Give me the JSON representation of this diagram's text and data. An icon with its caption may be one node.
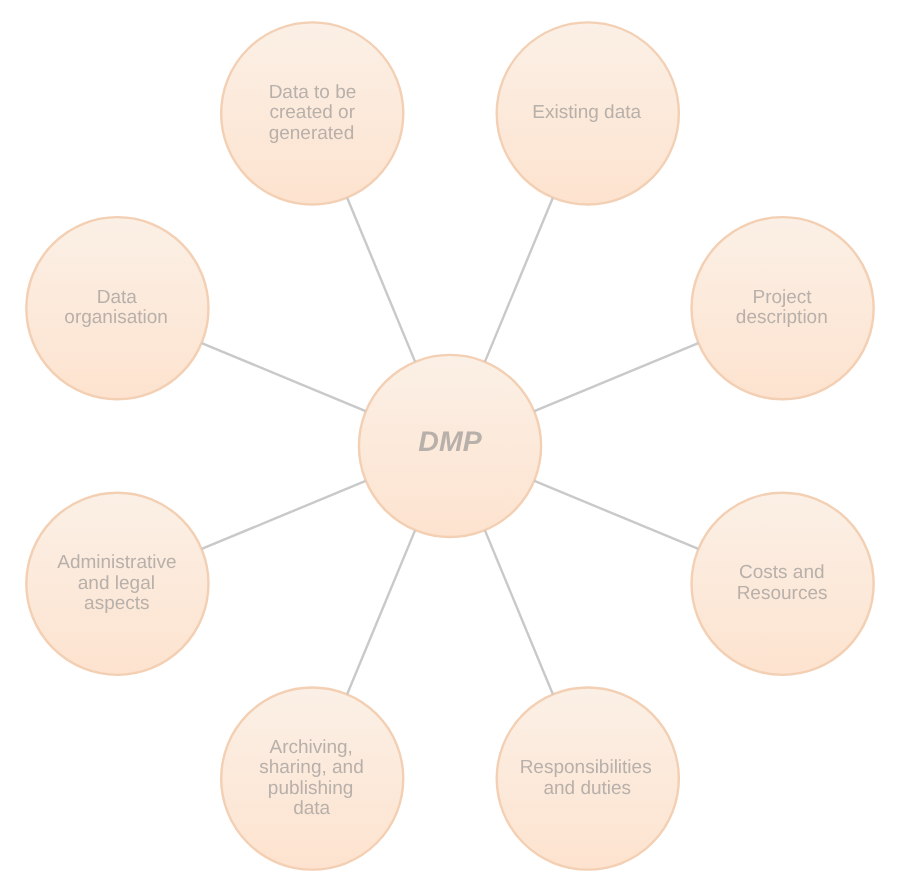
{
  "diagram": {
    "nodes": [
      {
        "text": [
          "DMP"
        ]
      },
      {
        "text": [
          "Project description"
        ]
      },
      {
        "text": [
          "Existing data"
        ]
      },
      {
        "text": [
          "Data to be created or generated"
        ]
      },
      {
        "text": [
          "Data organisation"
        ]
      },
      {
        "text": [
          "Administrative and legal aspects"
        ]
      },
      {
        "text": [
          "Archiving, sharing, and publishing data"
        ]
      },
      {
        "text": [
          "Responsibilities and duties"
        ]
      },
      {
        "text": [
          "Costs and Resources"
        ]
      }
    ],
    "edges": [
      {
        "from": 0,
        "to": 1,
        "arrow": "none"
      },
      {
        "from": 0,
        "to": 2,
        "arrow": "none"
      },
      {
        "from": 0,
        "to": 3,
        "arrow": "none"
      },
      {
        "from": 0,
        "to": 4,
        "arrow": "none"
      },
      {
        "from": 0,
        "to": 5,
        "arrow": "none"
      },
      {
        "from": 0,
        "to": 6,
        "arrow": "none"
      },
      {
        "from": 0,
        "to": 7,
        "arrow": "none"
      },
      {
        "from": 0,
        "to": 8,
        "arrow": "none"
      }
    ]
  }
}
